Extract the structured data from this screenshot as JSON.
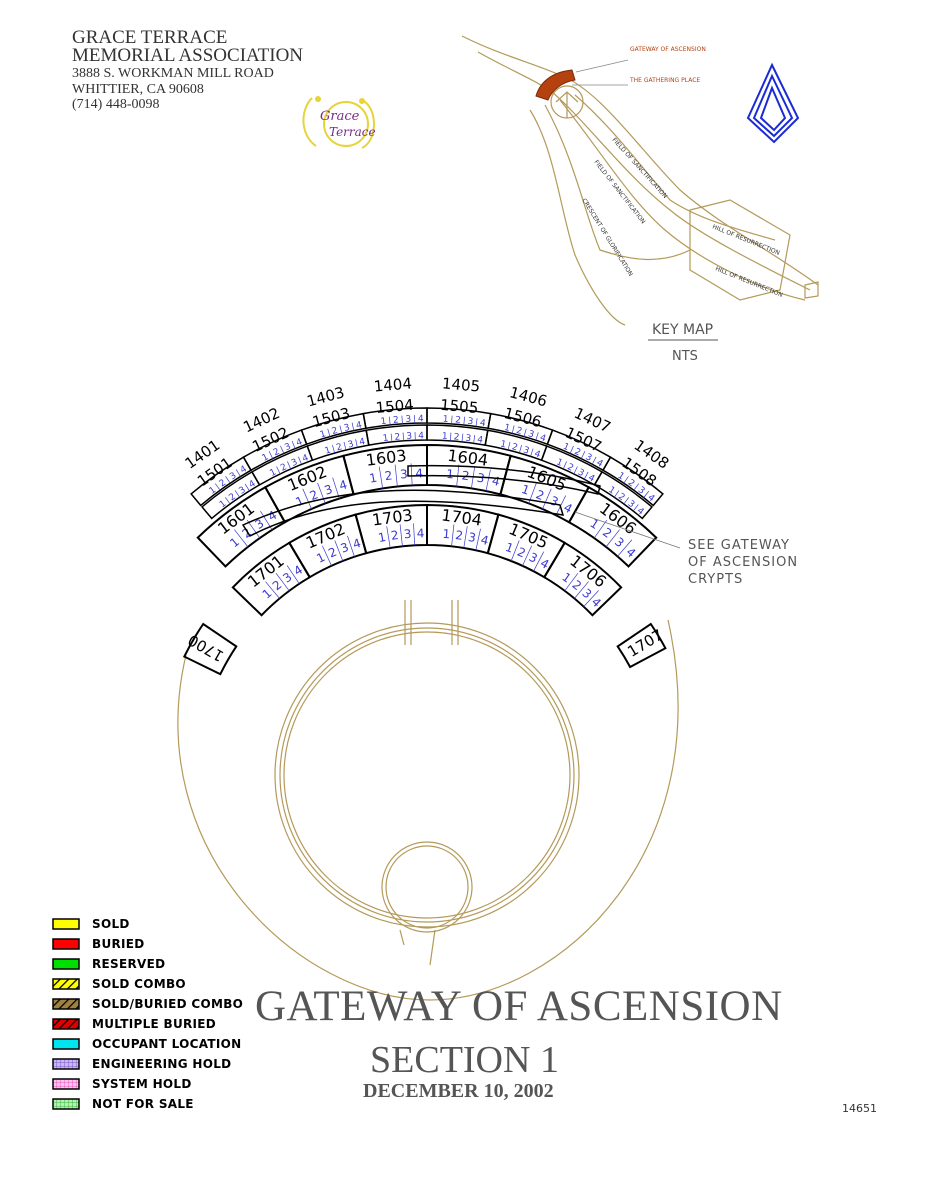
{
  "header": {
    "org_name_1": "GRACE TERRACE",
    "org_name_2": "MEMORIAL ASSOCIATION",
    "address_1": "3888 S. WORKMAN MILL ROAD",
    "address_2": "WHITTIER, CA  90608",
    "phone": "(714) 448-0098",
    "logo_text_1": "Grace",
    "logo_text_2": "Terrace"
  },
  "key_map": {
    "label": "KEY MAP",
    "scale": "NTS",
    "callout_1": "GATEWAY OF ASCENSION",
    "callout_2": "THE GATHERING PLACE",
    "areas": [
      "FIELD OF SANCTIFICATION",
      "FIELD OF SANCTIFICATION",
      "CRESCENT OF GLORIFICATION",
      "HILL OF RESURRECTION",
      "HILL OF RESURRECTION"
    ],
    "highlight_color": "#b5410f",
    "outline_color": "#b49a5a"
  },
  "compass_color": "#1a2bd6",
  "plot": {
    "row_14": [
      "1401",
      "1402",
      "1403",
      "1404",
      "1405",
      "1406",
      "1407",
      "1408"
    ],
    "row_15": [
      "1501",
      "1502",
      "1503",
      "1504",
      "1505",
      "1506",
      "1507",
      "1508"
    ],
    "row_16": [
      "1601",
      "1602",
      "1603",
      "1604",
      "1605",
      "1606"
    ],
    "row_17": [
      "1700",
      "1701",
      "1702",
      "1703",
      "1704",
      "1705",
      "1706",
      "1707"
    ],
    "space_numbers": [
      "1",
      "2",
      "3",
      "4"
    ],
    "see_note_1": "SEE GATEWAY",
    "see_note_2": "OF ASCENSION",
    "see_note_3": "CRYPTS",
    "space_color": "#3a3ad0"
  },
  "legend": [
    {
      "label": "SOLD",
      "color": "#ffff00",
      "pattern": "solid"
    },
    {
      "label": "BURIED",
      "color": "#ff0000",
      "pattern": "solid"
    },
    {
      "label": "RESERVED",
      "color": "#00e000",
      "pattern": "solid"
    },
    {
      "label": "SOLD COMBO",
      "color": "#ffff00",
      "pattern": "hatch"
    },
    {
      "label": "SOLD/BURIED COMBO",
      "color": "#a08040",
      "pattern": "hatch"
    },
    {
      "label": "MULTIPLE BURIED",
      "color": "#e00000",
      "pattern": "hatch"
    },
    {
      "label": "OCCUPANT LOCATION",
      "color": "#00e5ee",
      "pattern": "solid"
    },
    {
      "label": "ENGINEERING HOLD",
      "color": "#a78be0",
      "pattern": "grid"
    },
    {
      "label": "SYSTEM HOLD",
      "color": "#ff8fd8",
      "pattern": "grid"
    },
    {
      "label": "NOT FOR SALE",
      "color": "#7be07b",
      "pattern": "grid"
    }
  ],
  "title": {
    "main": "GATEWAY OF ASCENSION",
    "section": "SECTION 1",
    "date": "DECEMBER 10, 2002"
  },
  "drawing_number": "14651"
}
